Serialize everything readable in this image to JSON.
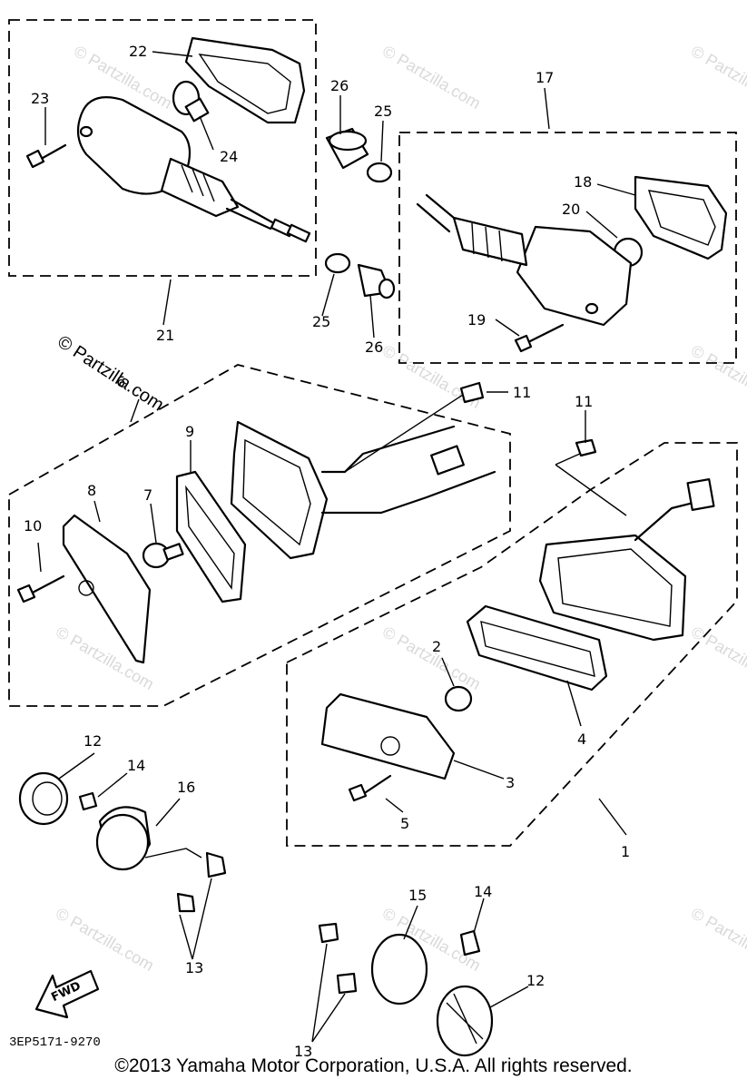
{
  "diagram": {
    "callouts": [
      "1",
      "2",
      "3",
      "4",
      "5",
      "6",
      "7",
      "8",
      "9",
      "10",
      "11",
      "11",
      "12",
      "12",
      "13",
      "13",
      "14",
      "14",
      "15",
      "16",
      "17",
      "18",
      "19",
      "20",
      "21",
      "22",
      "23",
      "24",
      "25",
      "25",
      "26",
      "26"
    ],
    "watermark_text": "© Partzilla.com",
    "fwd_label": "FWD",
    "diagram_code": "3EP5171-9270"
  },
  "footer": {
    "copyright": "©2013  Yamaha Motor Corporation, U.S.A. All rights reserved."
  }
}
